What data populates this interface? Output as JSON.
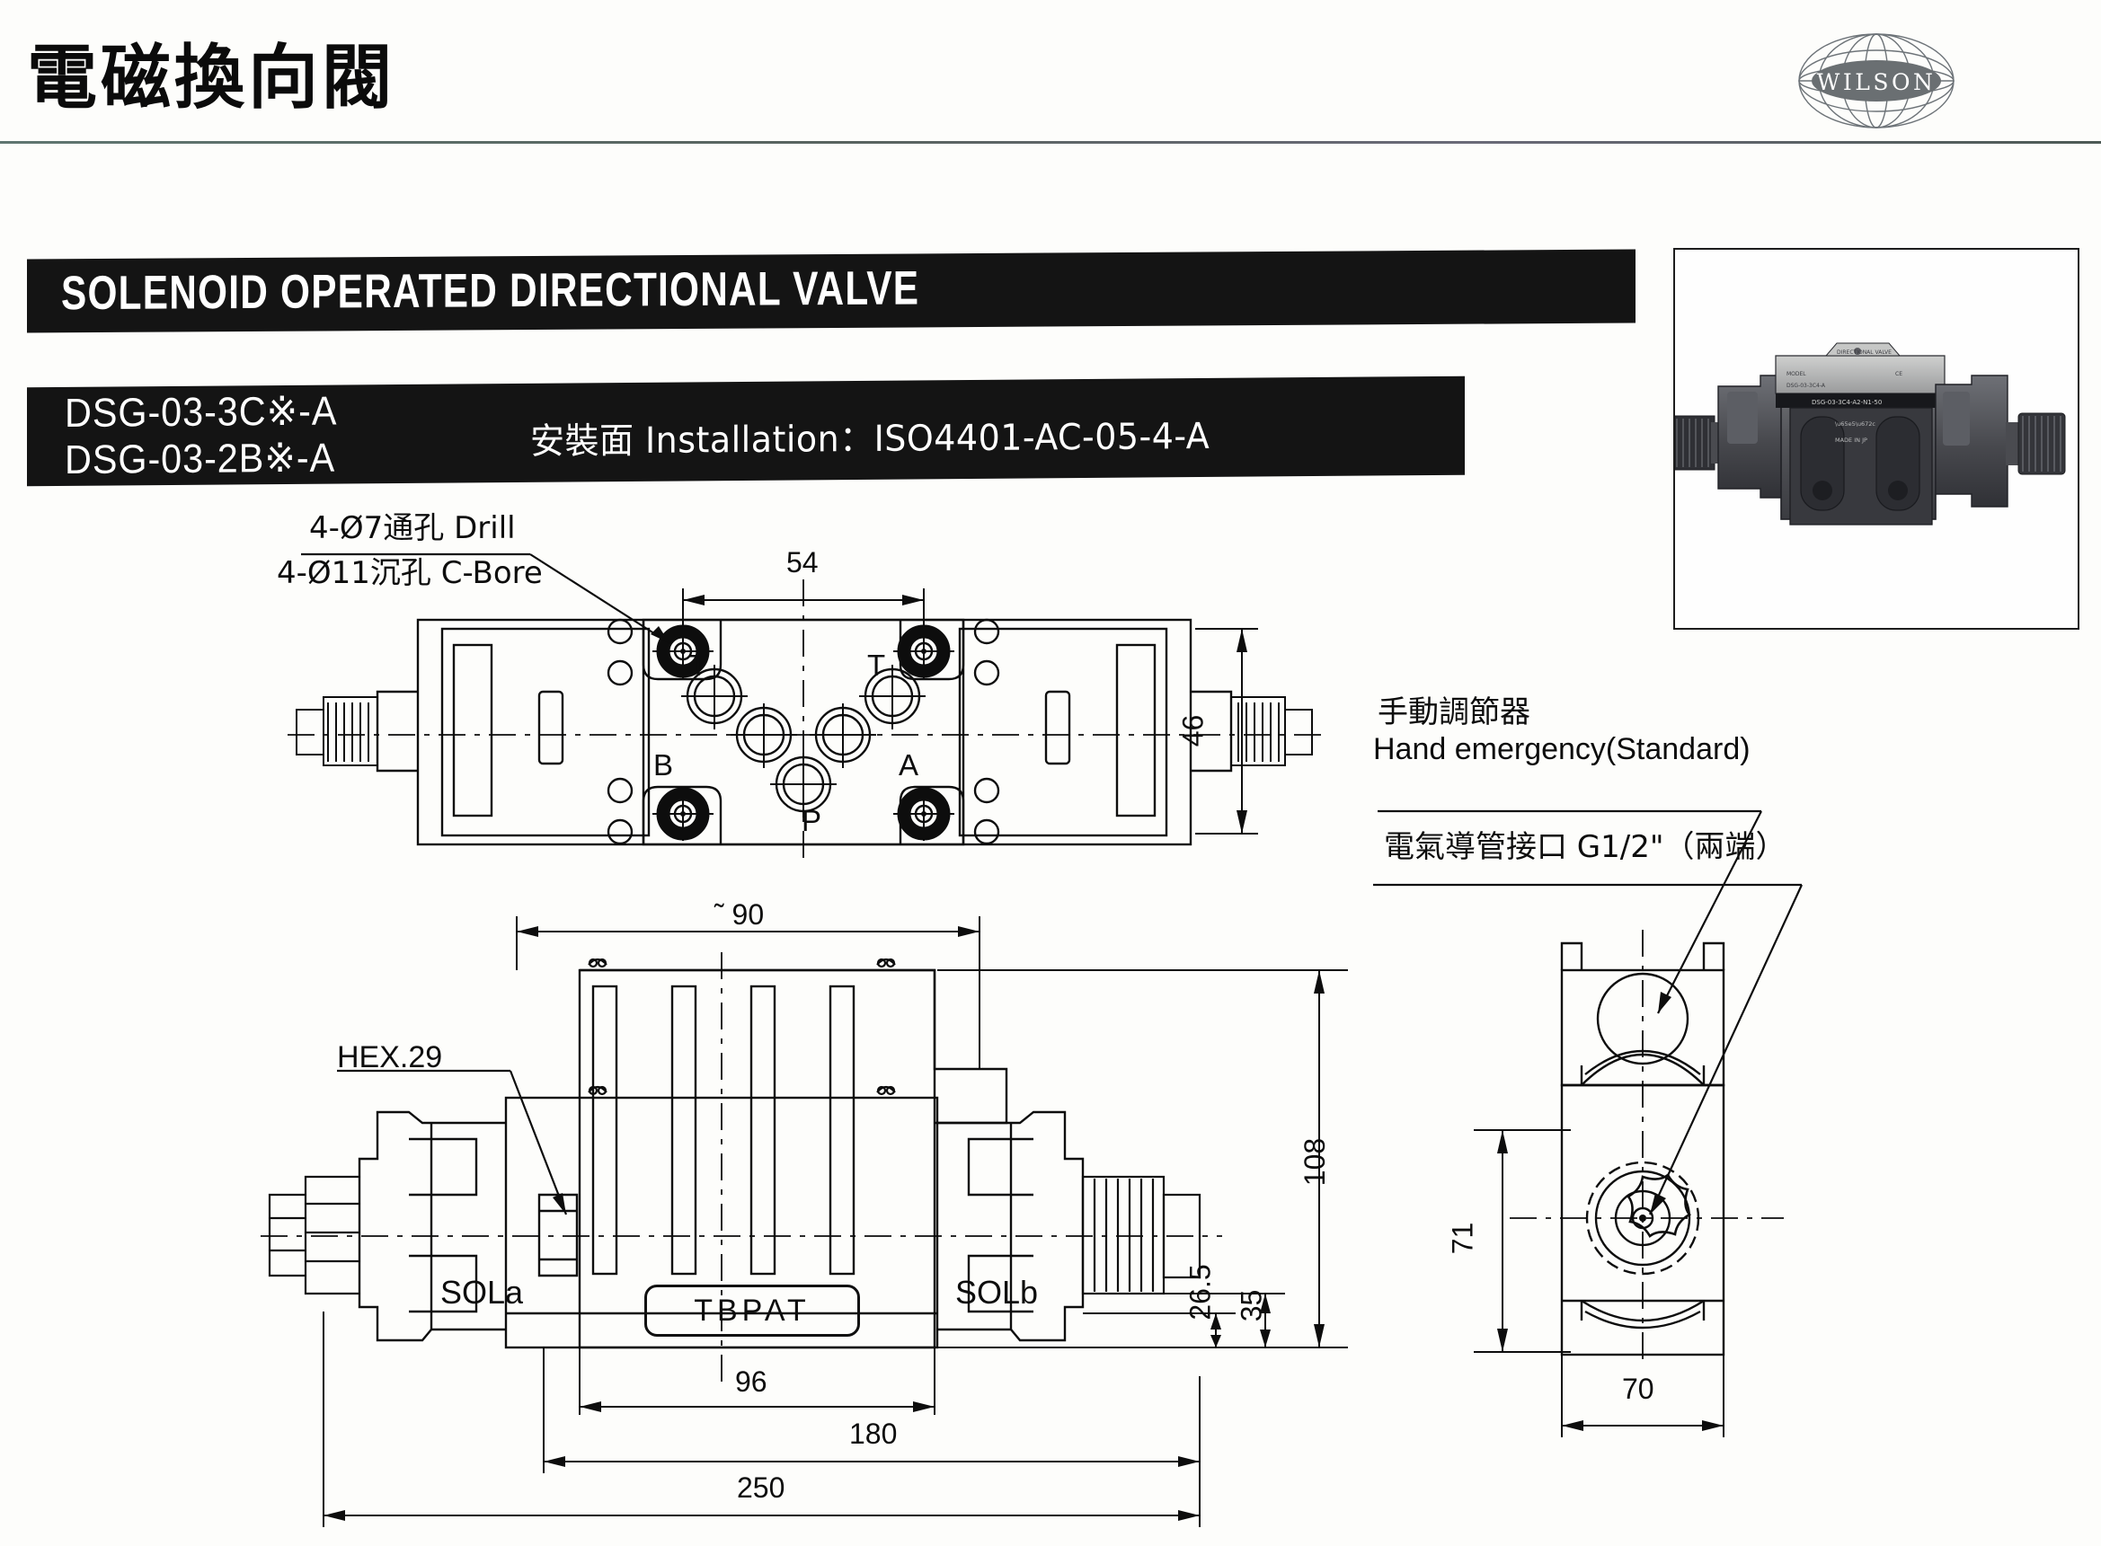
{
  "header": {
    "title_zh": "電磁換向閥",
    "brand": "WILSON"
  },
  "banners": {
    "main_title": "SOLENOID OPERATED DIRECTIONAL VALVE",
    "model_1": "DSG-03-3C※-A",
    "model_2": "DSG-03-2B※-A",
    "installation": "安裝面 Installation：ISO4401-AC-05-4-A"
  },
  "annotations": {
    "drill": "4-Ø7通孔  Drill",
    "cbore": "4-Ø11沉孔  C-Bore",
    "hex": "HEX.29",
    "hand_emergency_zh": "手動調節器",
    "hand_emergency_en": "Hand emergency(Standard)",
    "conduit": "電氣導管接口 G1/2\"（兩端）"
  },
  "top_view": {
    "dim_width_54": "54",
    "dim_height_46": "46",
    "ports": [
      "T",
      "T",
      "B",
      "A",
      "P"
    ]
  },
  "front_view": {
    "dim_90": "˜ 90",
    "dim_108": "108",
    "dim_96": "96",
    "dim_180": "180",
    "dim_250": "250",
    "dim_35": "35",
    "dim_265": "26.5",
    "sol_a": "SOLa",
    "sol_b": "SOLb",
    "nameplate": "TBPAT"
  },
  "end_view": {
    "dim_71": "71",
    "dim_70": "70"
  },
  "colors": {
    "banner_bg": "#141414",
    "banner_fg": "#ffffff",
    "line": "#0d0d0d",
    "rule": "#5f7670",
    "photo_body": "#545458"
  }
}
